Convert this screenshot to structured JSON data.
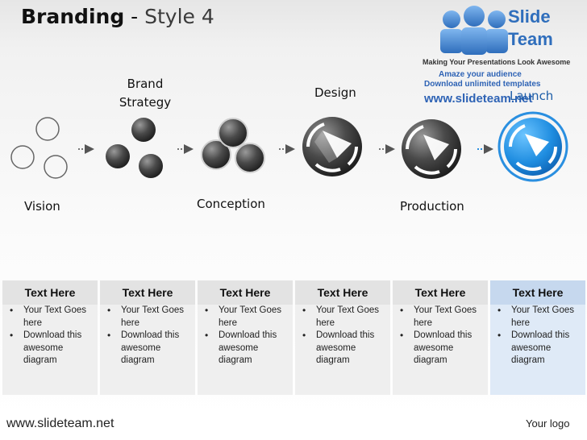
{
  "title": {
    "main": "Branding",
    "separator": " - ",
    "sub": "Style 4"
  },
  "logo": {
    "brand_line1": "Slide",
    "brand_line2": "Team",
    "tagline": "Making Your Presentations Look Awesome",
    "promo_line1": "Amaze your audience",
    "promo_line2": "Download unlimited templates",
    "url": "www.slideteam.net"
  },
  "stages": {
    "vision": "Vision",
    "brand_strategy_line1": "Brand",
    "brand_strategy_line2": "Strategy",
    "conception": "Conception",
    "design": "Design",
    "production": "Production",
    "launch": "Launch"
  },
  "columns": [
    {
      "header": "Text Here",
      "bullets": [
        "Your Text Goes here",
        "Download this awesome diagram"
      ]
    },
    {
      "header": "Text Here",
      "bullets": [
        "Your Text Goes here",
        "Download this awesome diagram"
      ]
    },
    {
      "header": "Text Here",
      "bullets": [
        "Your Text Goes here",
        "Download this awesome diagram"
      ]
    },
    {
      "header": "Text Here",
      "bullets": [
        "Your Text Goes here",
        "Download this awesome diagram"
      ]
    },
    {
      "header": "Text Here",
      "bullets": [
        "Your Text Goes here",
        "Download this awesome diagram"
      ]
    },
    {
      "header": "Text Here",
      "bullets": [
        "Your Text Goes here",
        "Download this awesome diagram"
      ]
    }
  ],
  "footer": {
    "url": "www.slideteam.net",
    "logo_text": "Your logo"
  },
  "colors": {
    "accent_blue": "#2a8fe0",
    "logo_blue": "#2f6ebc",
    "highlight_column": "#dfeaf7"
  }
}
